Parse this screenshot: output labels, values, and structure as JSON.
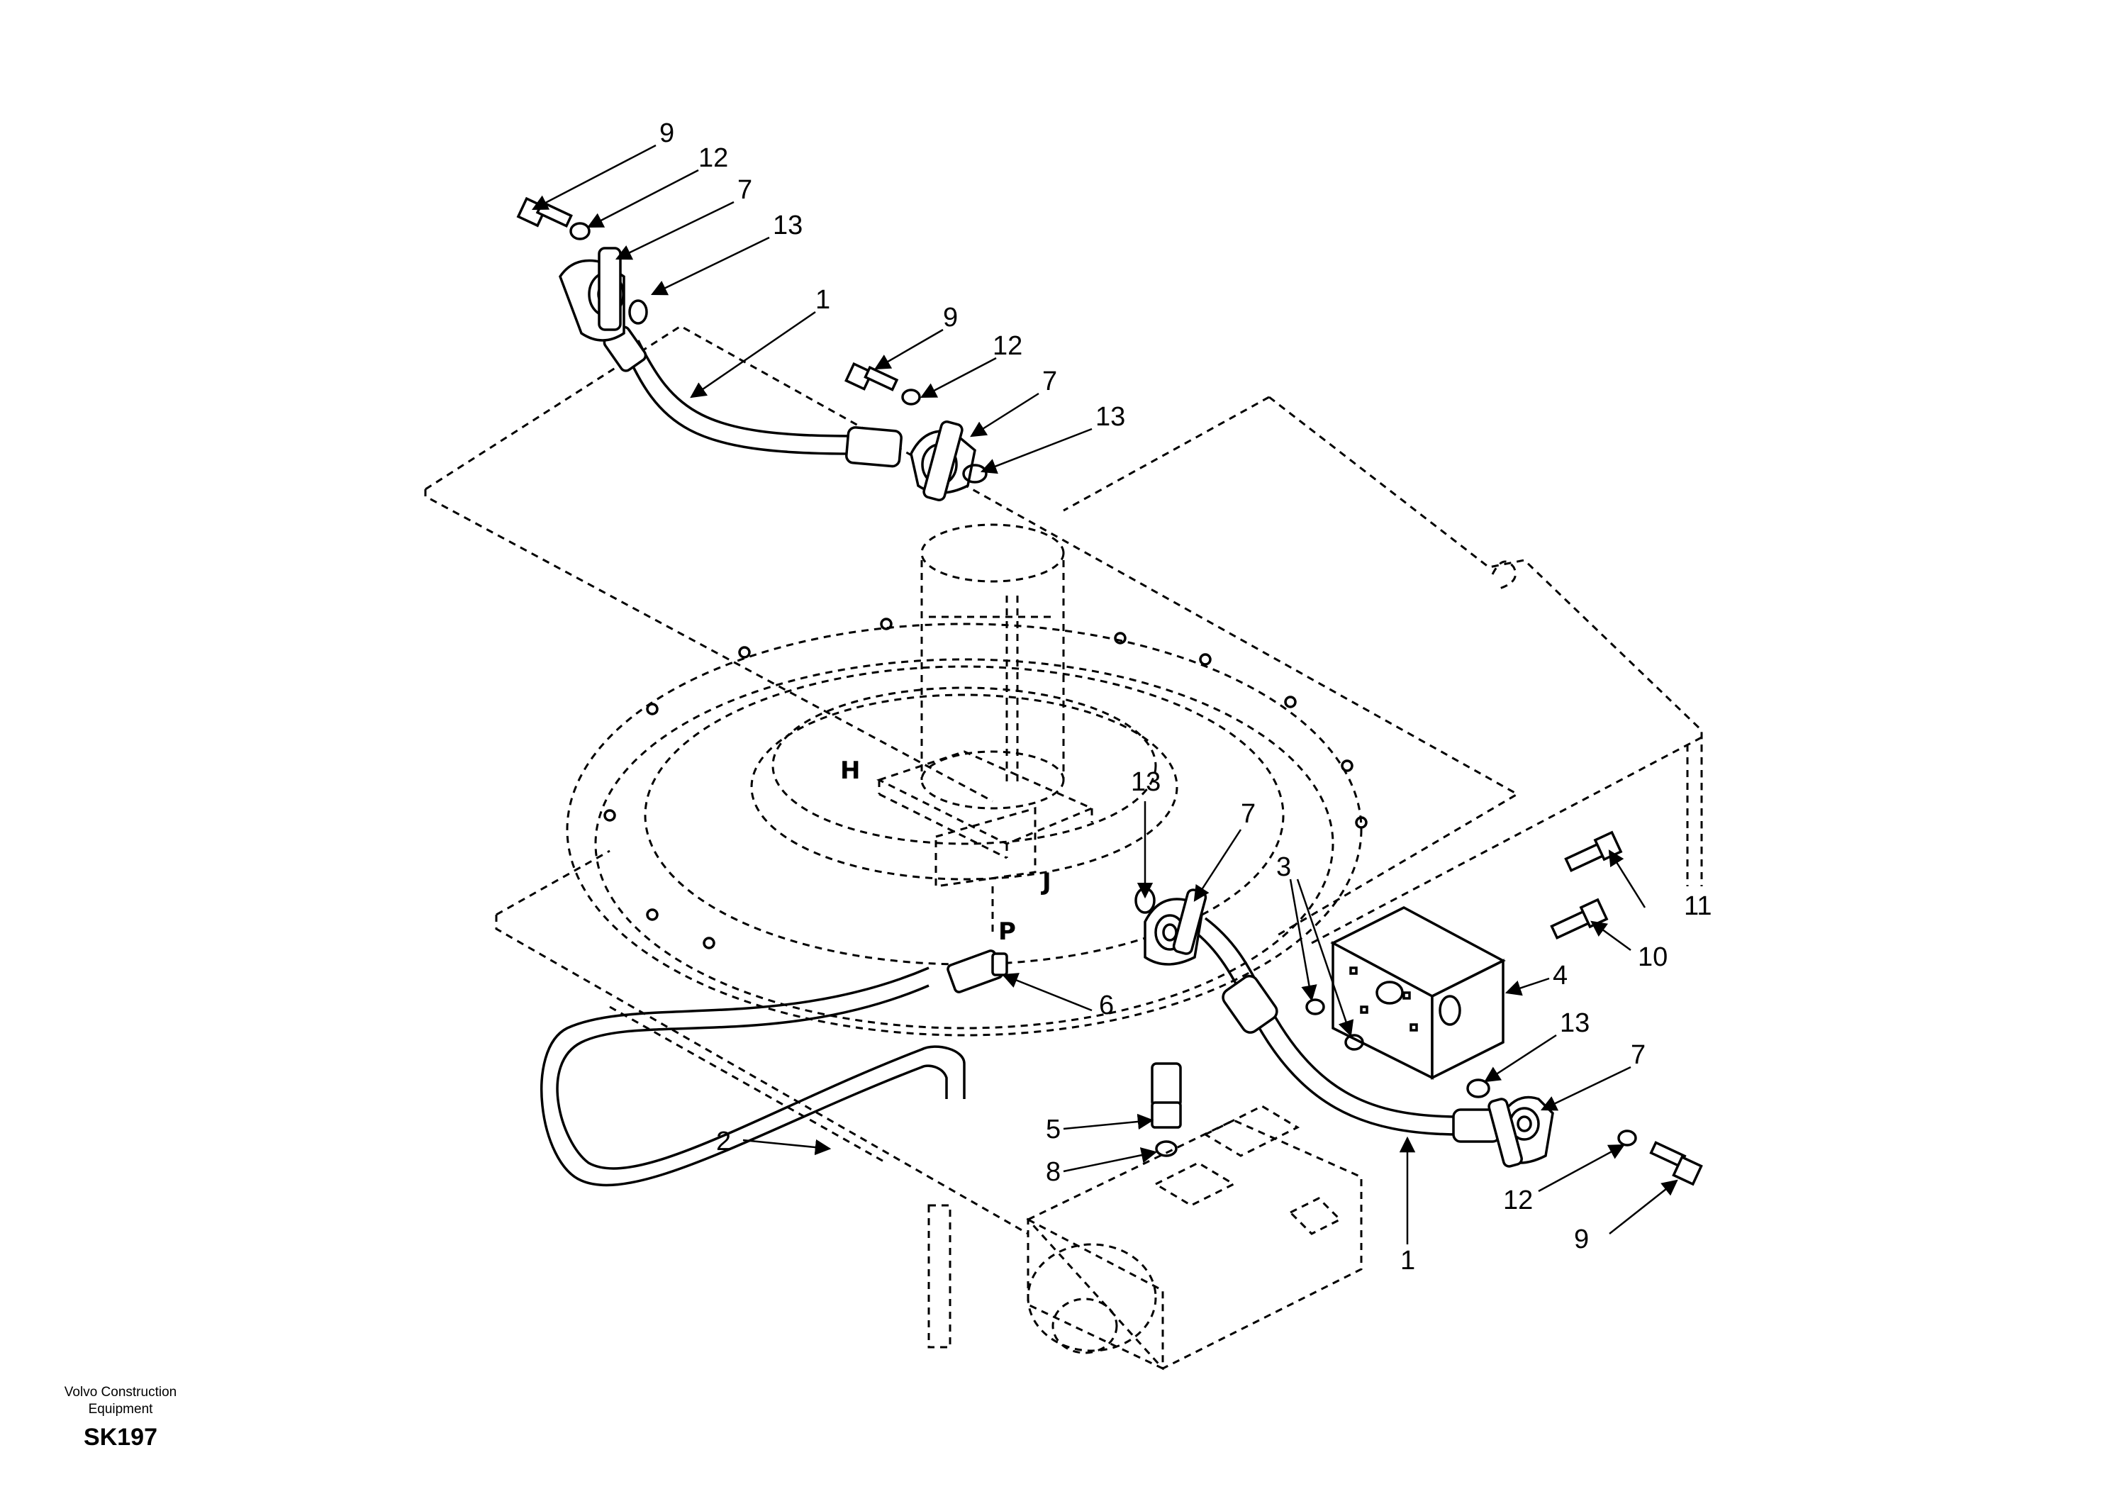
{
  "callouts": {
    "c9a": "9",
    "c12a": "12",
    "c7a": "7",
    "c13a": "13",
    "c1a": "1",
    "c9b": "9",
    "c12b": "12",
    "c7b": "7",
    "c13b": "13",
    "c13c": "13",
    "c7c": "7",
    "c3": "3",
    "c11": "11",
    "c10": "10",
    "c4": "4",
    "c13d": "13",
    "c7d": "7",
    "c6": "6",
    "c5": "5",
    "c8": "8",
    "c2": "2",
    "c12c": "12",
    "c9c": "9",
    "c1b": "1"
  },
  "zones": {
    "h": "H",
    "j": "J",
    "p": "P"
  },
  "brand": {
    "line1": "Volvo Construction",
    "line2": "Equipment",
    "code": "SK197"
  }
}
